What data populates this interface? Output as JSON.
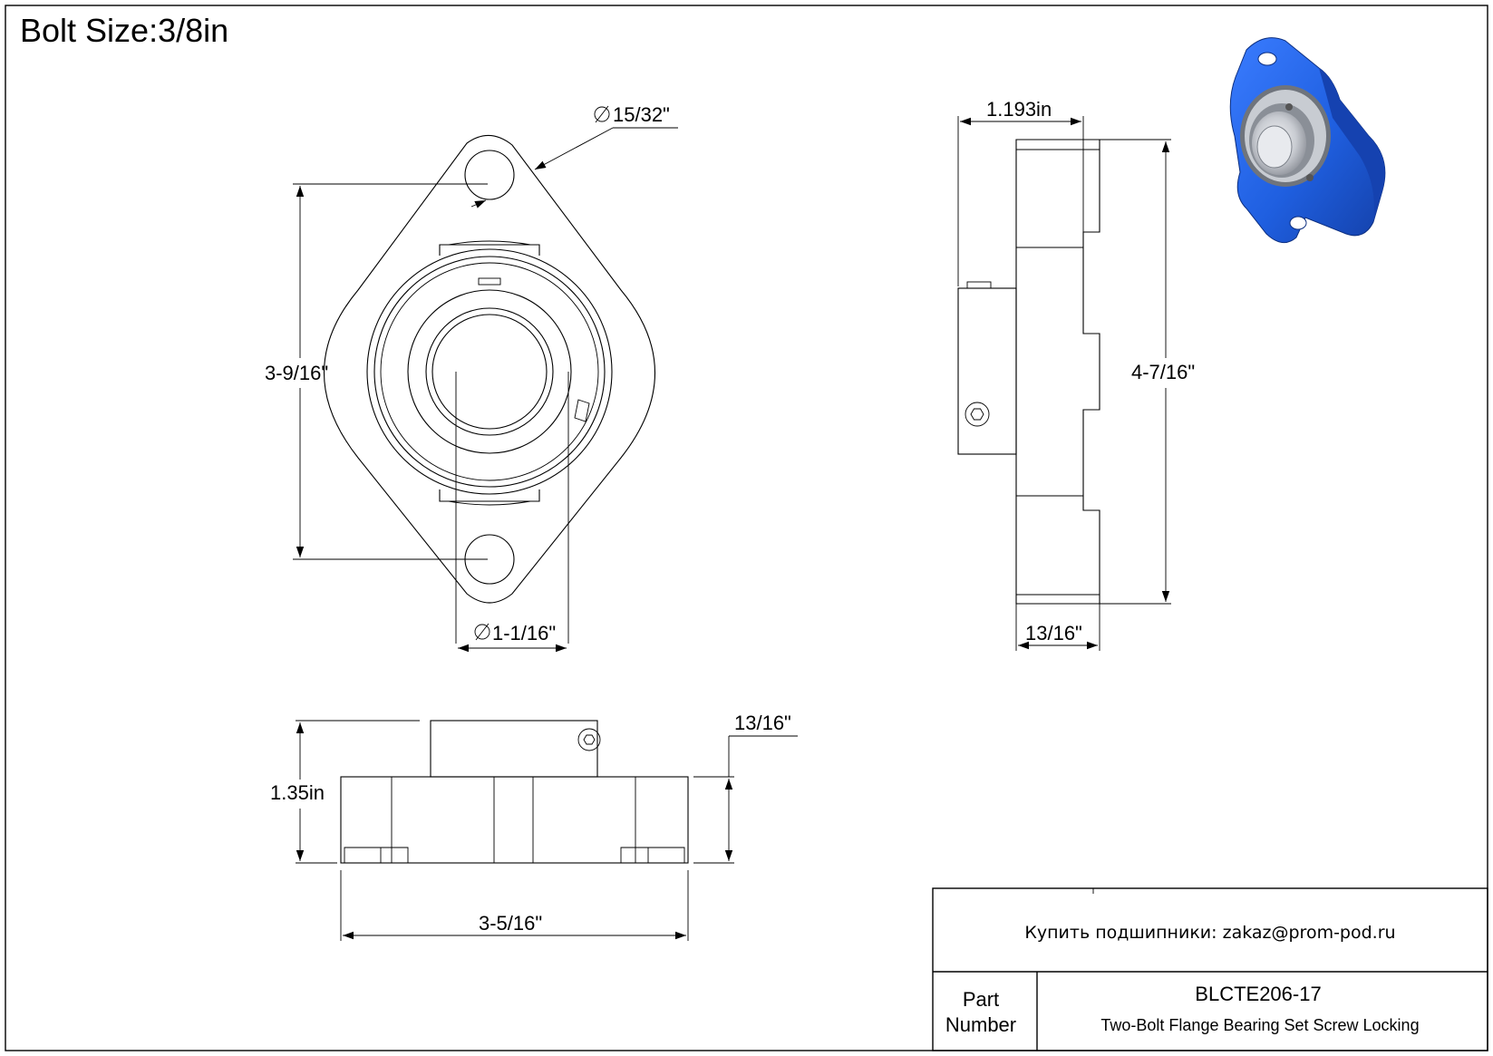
{
  "title": "Bolt Size:3/8in",
  "dimensions": {
    "bolt_hole_dia": "15/32\"",
    "bolt_spacing": "3-9/16\"",
    "bore_dia": "1-1/16\"",
    "side_overall_width": "1.193in",
    "side_height": "4-7/16\"",
    "flange_thickness_side": "13/16\"",
    "bottom_height": "1.35in",
    "bottom_flange_thickness": "13/16\"",
    "bottom_length": "3-5/16\""
  },
  "title_block": {
    "contact": "Купить подшипники: zakaz@prom-pod.ru",
    "part_label_line1": "Part",
    "part_label_line2": "Number",
    "part_number": "BLCTE206-17",
    "description": "Two-Bolt Flange Bearing Set Screw Locking"
  },
  "colors": {
    "housing": "#1f5fe0",
    "insert": "#b8bcc4"
  }
}
